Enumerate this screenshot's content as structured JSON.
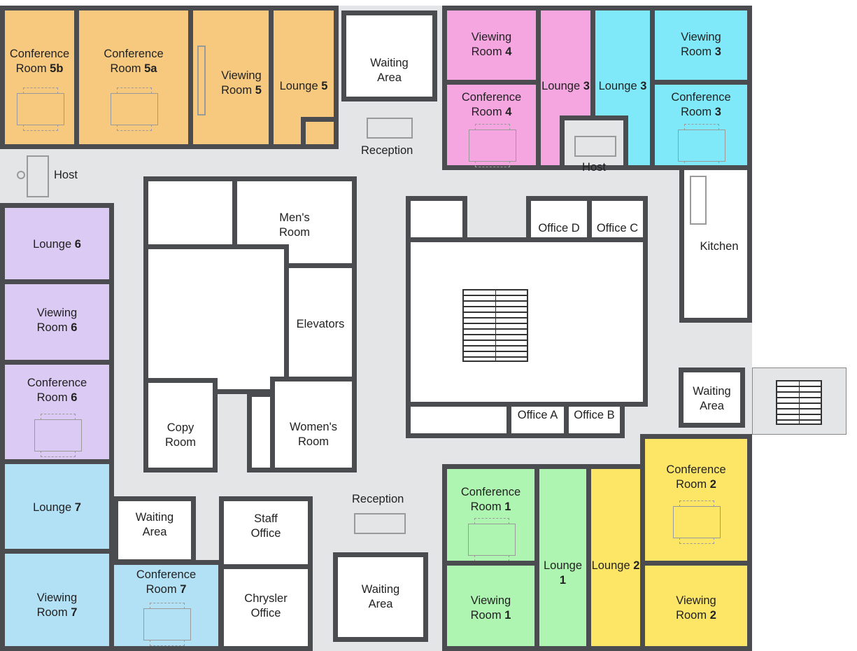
{
  "rooms": {
    "conf5b": {
      "l1": "Conference",
      "l2": "Room",
      "num": "5b"
    },
    "conf5a": {
      "l1": "Conference",
      "l2": "Room",
      "num": "5a"
    },
    "view5": {
      "l1": "Viewing",
      "l2": "Room",
      "num": "5"
    },
    "lounge5": {
      "l1": "Lounge",
      "num": "5"
    },
    "waitTop": {
      "l1": "Waiting",
      "l2": "Area"
    },
    "receptionTop": "Reception",
    "view4": {
      "l1": "Viewing",
      "l2": "Room",
      "num": "4"
    },
    "conf4": {
      "l1": "Conference",
      "l2": "Room",
      "num": "4"
    },
    "lounge3p": {
      "l1": "Lounge",
      "num": "3"
    },
    "lounge3c": {
      "l1": "Lounge",
      "num": "3"
    },
    "hostRight": "Host",
    "view3": {
      "l1": "Viewing",
      "l2": "Room",
      "num": "3"
    },
    "conf3": {
      "l1": "Conference",
      "l2": "Room",
      "num": "3"
    },
    "kitchen": "Kitchen",
    "hostLeft": "Host",
    "mens": {
      "l1": "Men's",
      "l2": "Room"
    },
    "elevators": "Elevators",
    "copy": {
      "l1": "Copy",
      "l2": "Room"
    },
    "womens": {
      "l1": "Women's",
      "l2": "Room"
    },
    "officeD": "Office D",
    "officeC": "Office C",
    "officeA": "Office A",
    "officeB": "Office B",
    "waitRight": {
      "l1": "Waiting",
      "l2": "Area"
    },
    "lounge6": {
      "l1": "Lounge",
      "num": "6"
    },
    "view6": {
      "l1": "Viewing",
      "l2": "Room",
      "num": "6"
    },
    "conf6": {
      "l1": "Conference",
      "l2": "Room",
      "num": "6"
    },
    "lounge7": {
      "l1": "Lounge",
      "num": "7"
    },
    "view7": {
      "l1": "Viewing",
      "l2": "Room",
      "num": "7"
    },
    "conf7": {
      "l1": "Conference",
      "l2": "Room",
      "num": "7"
    },
    "waitLeft": {
      "l1": "Waiting",
      "l2": "Area"
    },
    "staff": {
      "l1": "Staff",
      "l2": "Office"
    },
    "chrysler": {
      "l1": "Chrysler",
      "l2": "Office"
    },
    "receptionBottom": "Reception",
    "waitBottom": {
      "l1": "Waiting",
      "l2": "Area"
    },
    "conf1": {
      "l1": "Conference",
      "l2": "Room",
      "num": "1"
    },
    "view1": {
      "l1": "Viewing",
      "l2": "Room",
      "num": "1"
    },
    "lounge1": {
      "l1": "Lounge",
      "num": "1"
    },
    "lounge2": {
      "l1": "Lounge",
      "num": "2"
    },
    "conf2": {
      "l1": "Conference",
      "l2": "Room",
      "num": "2"
    },
    "view2": {
      "l1": "Viewing",
      "l2": "Room",
      "num": "2"
    }
  }
}
